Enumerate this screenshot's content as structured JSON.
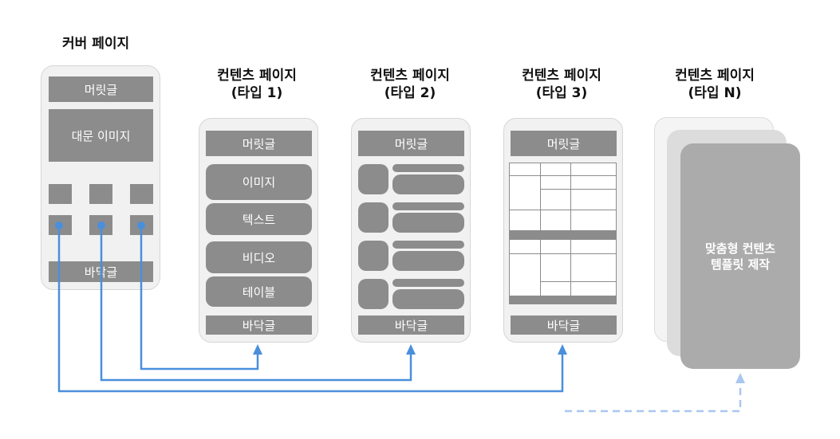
{
  "titles": {
    "cover": "커버 페이지",
    "content_line1": "컨텐츠 페이지",
    "type1": "(타입 1)",
    "type2": "(타입 2)",
    "type3": "(타입 3)",
    "typeN": "(타입 N)"
  },
  "labels": {
    "header": "머릿글",
    "footer": "바닥글",
    "main_image": "대문 이미지",
    "image": "이미지",
    "text": "텍스트",
    "video": "비디오",
    "table": "테이블",
    "custom_line1": "맞춤형 컨텐츠",
    "custom_line2": "템플릿 제작"
  },
  "colors": {
    "connector": "#4a8fdc",
    "connector_dashed": "#a9c7ef",
    "block": "#8c8c8c",
    "page_bg": "#f1f1f1"
  }
}
